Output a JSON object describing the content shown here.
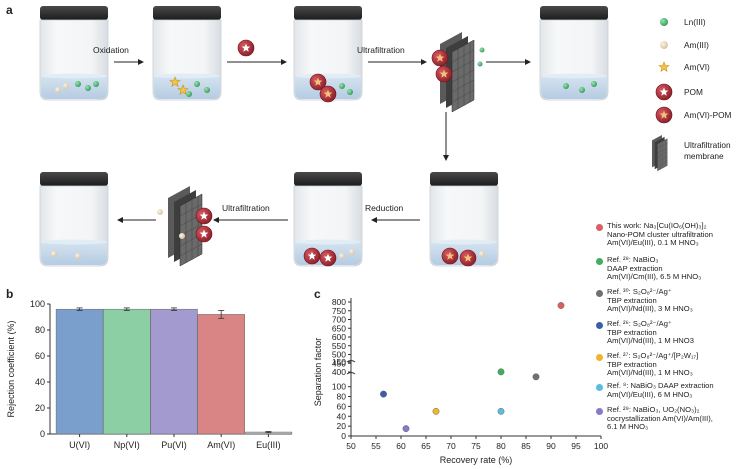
{
  "panel_a": {
    "label": "a",
    "steps": {
      "oxidation": "Oxidation",
      "ultrafiltration_top": "Ultrafiltration",
      "reduction": "Reduction",
      "ultrafiltration_bottom": "Ultrafiltration"
    },
    "legend": {
      "ln": "Ln(III)",
      "am3": "Am(III)",
      "am6": "Am(VI)",
      "pom": "POM",
      "ampom": "Am(VI)-POM",
      "membrane_line1": "Ultrafiltration",
      "membrane_line2": "membrane"
    }
  },
  "panel_b": {
    "label": "b"
  },
  "panel_c": {
    "label": "c"
  },
  "chart_data": [
    {
      "type": "bar",
      "ylabel": "Rejection coefficient (%)",
      "ylim": [
        0,
        100
      ],
      "yticks": [
        "0",
        "20",
        "40",
        "60",
        "80",
        "100"
      ],
      "categories": [
        "U(VI)",
        "Np(VI)",
        "Pu(VI)",
        "Am(VI)",
        "Eu(III)"
      ],
      "values": [
        96,
        96,
        96,
        92,
        1.5
      ],
      "errors": [
        1,
        1,
        1,
        3,
        0.5
      ],
      "colors": [
        "#7a9fcc",
        "#8ccfa5",
        "#a39ad0",
        "#d98585",
        "#bcbcbc"
      ],
      "grid": false
    },
    {
      "type": "scatter",
      "xlabel": "Recovery rate (%)",
      "ylabel": "Separation factor",
      "xlim": [
        50,
        100
      ],
      "xticks": [
        "50",
        "55",
        "60",
        "65",
        "70",
        "75",
        "80",
        "85",
        "90",
        "95",
        "100"
      ],
      "yticks": [
        "0",
        "20",
        "40",
        "60",
        "80",
        "100",
        "150",
        "800",
        "750",
        "700",
        "650",
        "600",
        "550",
        "500",
        "450",
        "400"
      ],
      "y_axis_break": true,
      "points": [
        {
          "x": 92,
          "y": 780,
          "color": "#d96060"
        },
        {
          "x": 80,
          "y": 130,
          "color": "#3fae5f"
        },
        {
          "x": 87,
          "y": 120,
          "color": "#707070"
        },
        {
          "x": 56.5,
          "y": 85,
          "color": "#3a5fa8"
        },
        {
          "x": 67,
          "y": 50,
          "color": "#f0b429"
        },
        {
          "x": 80,
          "y": 50,
          "color": "#5bbbe0"
        },
        {
          "x": 61,
          "y": 15,
          "color": "#8a78c8"
        }
      ],
      "legend": [
        {
          "color": "#d96060",
          "lines": [
            "This work: Na₃[Cu(IO₆(OH)₃]₂",
            "Nano-POM cluster ultrafiltration",
            "Am(VI)/Eu(III), 0.1 M HNO₃"
          ]
        },
        {
          "color": "#3fae5f",
          "lines": [
            "Ref. ²⁸: NaBiO₃",
            "DAAP extraction",
            "Am(VI)/Cm(III), 6.5 M HNO₃"
          ]
        },
        {
          "color": "#707070",
          "lines": [
            "Ref. ³⁰: S₂O₈²⁻/Ag⁺",
            "TBP extraction",
            "Am(VI)/Nd(III), 3 M HNO₃"
          ]
        },
        {
          "color": "#3a5fa8",
          "lines": [
            "Ref. ²⁶: S₂O₈²⁻/Ag⁺",
            "TBP extraction",
            "Am(VI)/Nd(III), 1 M HNO3"
          ]
        },
        {
          "color": "#f0b429",
          "lines": [
            "Ref. ²⁷: S₂O₈²⁻/Ag⁺/[P₂W₁₇]",
            "TBP extraction",
            "Am(VI)/Nd(III), 1 M HNO₃"
          ]
        },
        {
          "color": "#5bbbe0",
          "lines": [
            "Ref. ⁸: NaBiO₃ DAAP extraction",
            "Am(VI)/Eu(III), 6 M HNO₃"
          ]
        },
        {
          "color": "#8a78c8",
          "lines": [
            "Ref. ²⁹: NaBiO₃, UO₂(NO₃)₂",
            "cocrystallization Am(VI)/Am(III),",
            "6.1 M HNO₃"
          ]
        }
      ]
    }
  ]
}
